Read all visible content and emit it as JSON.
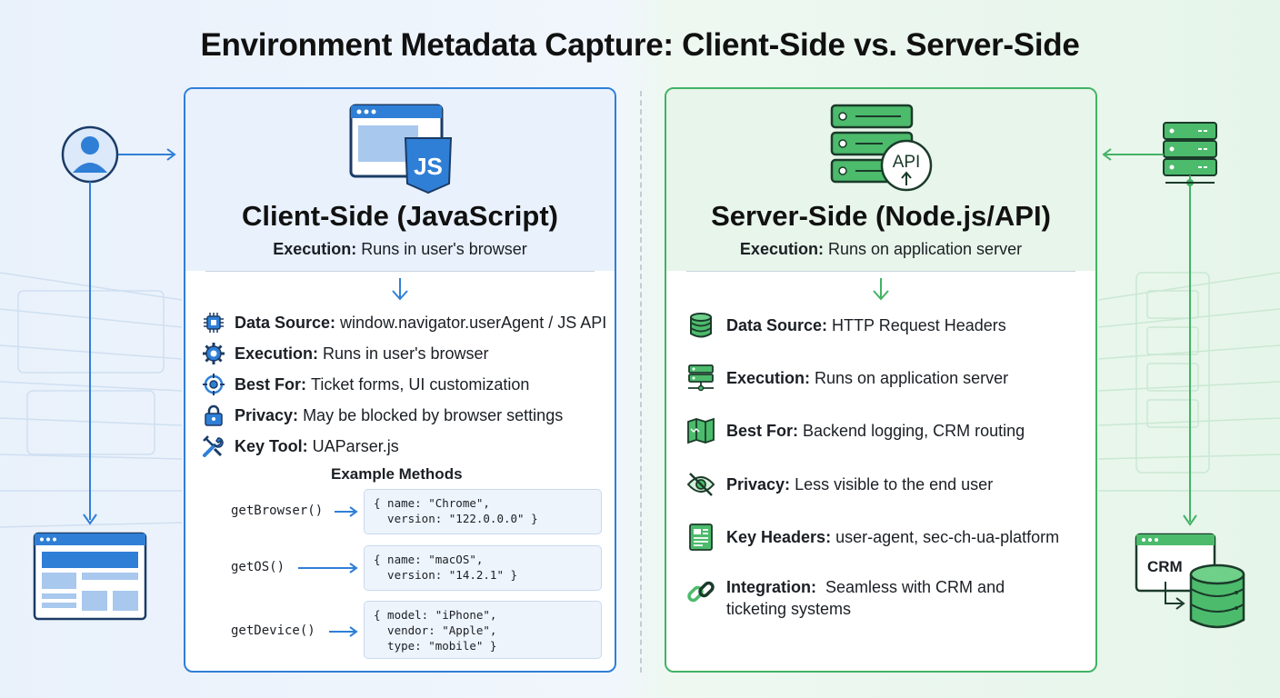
{
  "title": "Environment Metadata Capture: Client-Side vs. Server-Side",
  "colors": {
    "client_accent": "#2f7fd6",
    "server_accent": "#41b365"
  },
  "client": {
    "heading": "Client-Side (JavaScript)",
    "icon": "browser-js-icon",
    "js_badge": "JS",
    "execution_label": "Execution:",
    "execution_value": "Runs in user's browser",
    "rows": [
      {
        "icon": "chip-icon",
        "label": "Data Source:",
        "value": "window.navigator.userAgent / JS API"
      },
      {
        "icon": "gear-icon",
        "label": "Execution:",
        "value": "Runs in user's browser"
      },
      {
        "icon": "target-icon",
        "label": "Best For:",
        "value": "Ticket forms, UI customization"
      },
      {
        "icon": "lock-icon",
        "label": "Privacy:",
        "value": "May be blocked by browser settings"
      },
      {
        "icon": "tools-icon",
        "label": "Key Tool:",
        "value": "UAParser.js"
      }
    ],
    "example_title": "Example Methods",
    "methods": [
      {
        "name": "getBrowser()",
        "code": "{ name: \"Chrome\",\n  version: \"122.0.0.0\" }"
      },
      {
        "name": "getOS()",
        "code": "{ name: \"macOS\",\n  version: \"14.2.1\" }"
      },
      {
        "name": "getDevice()",
        "code": "{ model: \"iPhone\",\n  vendor: \"Apple\",\n  type: \"mobile\" }"
      }
    ]
  },
  "server": {
    "heading": "Server-Side (Node.js/API)",
    "icon": "server-api-icon",
    "api_badge": "API",
    "execution_label": "Execution:",
    "execution_value": "Runs on application server",
    "rows": [
      {
        "icon": "database-icon",
        "label": "Data Source:",
        "value": "HTTP Request Headers"
      },
      {
        "icon": "server-icon",
        "label": "Execution:",
        "value": "Runs on application server"
      },
      {
        "icon": "map-icon",
        "label": "Best For:",
        "value": "Backend logging, CRM routing"
      },
      {
        "icon": "eye-off-icon",
        "label": "Privacy:",
        "value": "Less visible to the end user"
      },
      {
        "icon": "document-icon",
        "label": "Key Headers:",
        "value": "user-agent, sec-ch-ua-platform"
      },
      {
        "icon": "link-icon",
        "label": "Integration:",
        "value": "Seamless with CRM and ticketing systems"
      }
    ]
  },
  "side": {
    "left_user_icon": "user-icon",
    "left_window_icon": "browser-window-icon",
    "right_server_icon": "server-rack-icon",
    "crm_label": "CRM",
    "crm_icon": "database-icon"
  }
}
